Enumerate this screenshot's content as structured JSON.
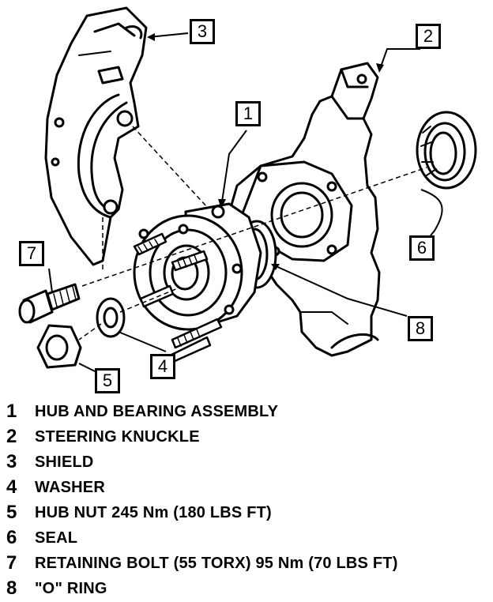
{
  "callouts": {
    "c1": "1",
    "c2": "2",
    "c3": "3",
    "c4": "4",
    "c5": "5",
    "c6": "6",
    "c7": "7",
    "c8": "8"
  },
  "legend": [
    {
      "num": "1",
      "text": "HUB AND BEARING ASSEMBLY"
    },
    {
      "num": "2",
      "text": "STEERING KNUCKLE"
    },
    {
      "num": "3",
      "text": "SHIELD"
    },
    {
      "num": "4",
      "text": "WASHER"
    },
    {
      "num": "5",
      "text": "HUB NUT 245 Nm (180 LBS FT)"
    },
    {
      "num": "6",
      "text": "SEAL"
    },
    {
      "num": "7",
      "text": "RETAINING BOLT (55 TORX) 95 Nm (70 LBS FT)"
    },
    {
      "num": "8",
      "text": "\"O\" RING"
    }
  ],
  "colors": {
    "ink": "#000000",
    "paper": "#ffffff"
  }
}
